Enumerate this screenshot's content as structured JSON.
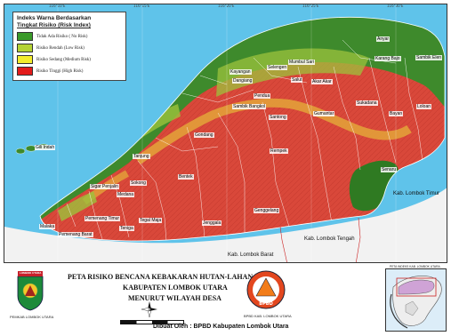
{
  "legend": {
    "title_line1": "Indeks Warna Berdasarkan",
    "title_line2": "Tingkat Risiko (Risk Index)",
    "items": [
      {
        "label": "Tidak Ada Risiko ( No Risk)",
        "color": "#3a9a2a"
      },
      {
        "label": "Risiko Rendah (Low Risk)",
        "color": "#b5d334"
      },
      {
        "label": "Risiko Sedang (Medium Risk)",
        "color": "#f3ec2c"
      },
      {
        "label": "Risiko Tinggi (High Risk)",
        "color": "#e21b1b"
      }
    ]
  },
  "colors": {
    "sea": "#5fc3ea",
    "no_risk": "#3e8a2c",
    "low_risk": "#9cc23c",
    "medium_risk": "#e3a43a",
    "high_risk": "#d9483a",
    "outside": "#ffffff"
  },
  "villages": [
    "Anyar",
    "Karang Bajo",
    "Sambik Elen",
    "Loloan",
    "Bayan",
    "Sukadana",
    "Akar Akar",
    "Salut",
    "Mumbul Sari",
    "Selengen",
    "Kayangan",
    "Dangiang",
    "Pendua",
    "Sambik Bangkol",
    "Santong",
    "Gumantar",
    "Senaru",
    "Genggelang",
    "Rempek",
    "Gondang",
    "Bentek",
    "Tanjung",
    "Sokong",
    "Jenggala",
    "Sigar Penjalin",
    "Medana",
    "Pemenang Timur",
    "Pemenang Barat",
    "Malaka",
    "Tegal Maja",
    "Teniga",
    "Gili Indah"
  ],
  "regions": {
    "lombok_timur": "Kab. Lombok Timur",
    "lombok_tengah": "Kab. Lombok Tengah",
    "lombok_barat": "Kab. Lombok Barat"
  },
  "grid_labels": [
    "116°10'E",
    "116°15'E",
    "116°20'E",
    "116°25'E",
    "116°30'E"
  ],
  "title": {
    "line1": "PETA RISIKO BENCANA KEBAKARAN HUTAN-LAHAN",
    "line2": "KABUPATEN LOMBOK UTARA",
    "line3": "MENURUT WILAYAH DESA"
  },
  "logo_left": {
    "top": "LOMBOK UTARA",
    "caption": "PEMKAB LOMBOK UTARA"
  },
  "logo_right": {
    "caption": "BPBD KAB. LOMBOK UTARA"
  },
  "inset_title": "PETA INDEKS KAB. LOMBOK UTARA",
  "credit": "Dibuat Oleh : BPBD Kabupaten Lombok Utara"
}
